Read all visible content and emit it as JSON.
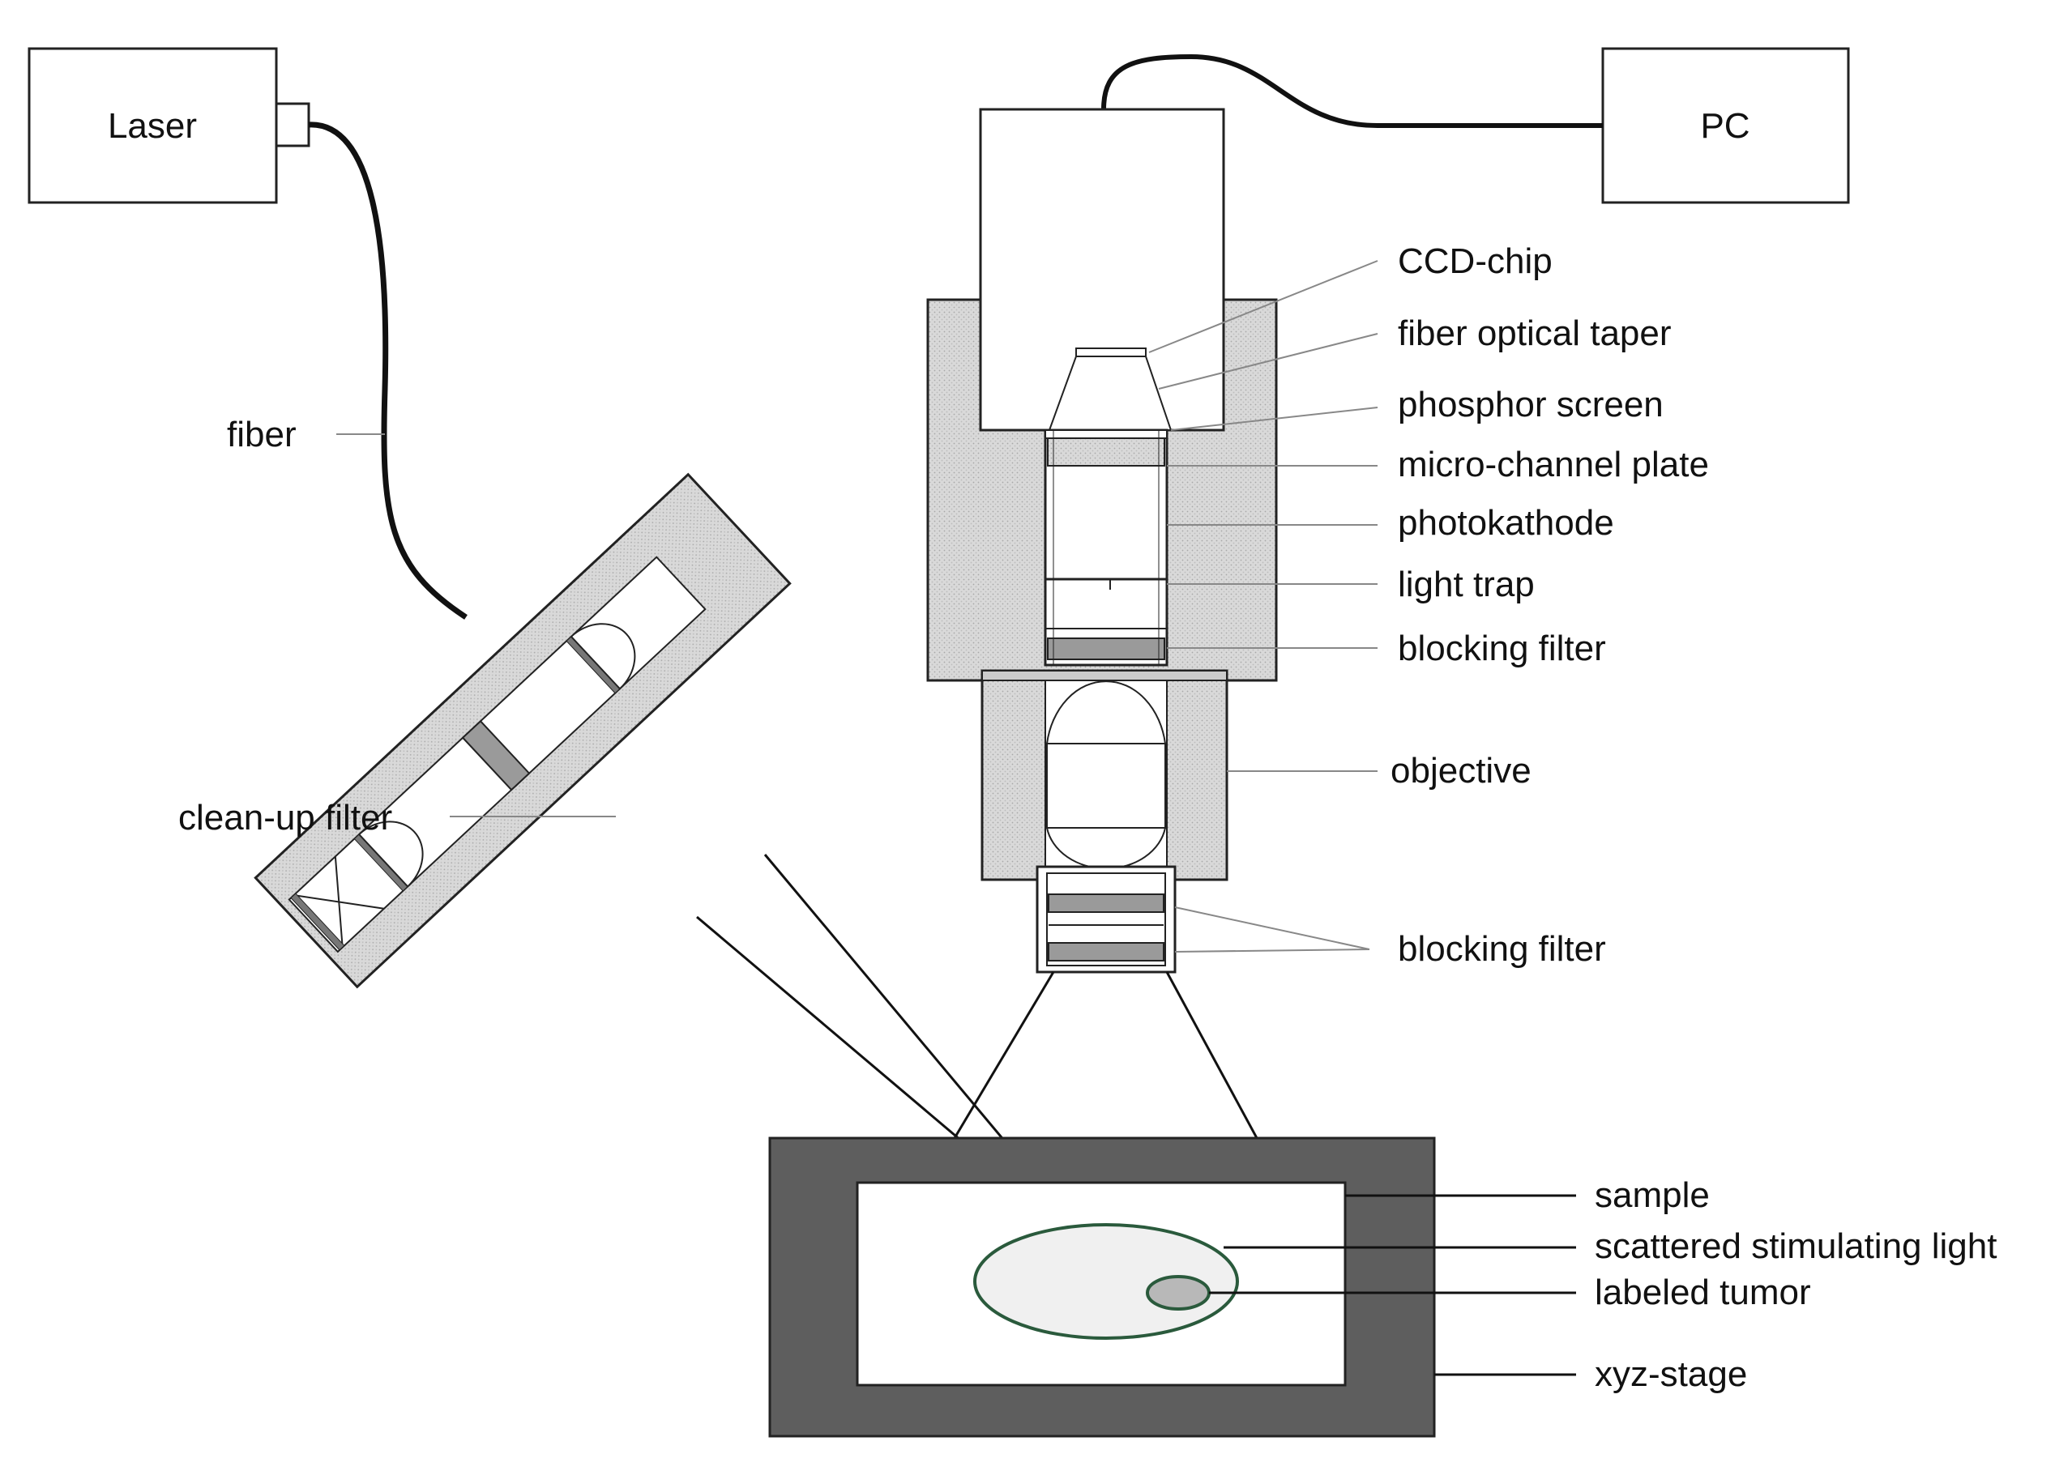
{
  "devices": {
    "laser": "Laser",
    "pc": "PC"
  },
  "labels": {
    "fiber": "fiber",
    "cleanup_filter": "clean-up filter",
    "ccd_chip": "CCD-chip",
    "fiber_optical_taper": "fiber optical taper",
    "phosphor_screen": "phosphor screen",
    "micro_channel_plate": "micro-channel plate",
    "photokathode": "photokathode",
    "light_trap": "light trap",
    "blocking_filter_upper": "blocking filter",
    "objective": "objective",
    "blocking_filter_lower": "blocking filter",
    "sample": "sample",
    "scattered_light": "scattered stimulating light",
    "labeled_tumor": "labeled tumor",
    "xyz_stage": "xyz-stage"
  },
  "colors": {
    "housing_fill": "#d6d6d6",
    "stage_fill": "#5e5e5e",
    "scatter_fill": "#f0f0f0",
    "scatter_stroke": "#2a5a3c",
    "tumor_fill": "#b8b8b8",
    "filter_fill": "#9a9a9a",
    "line": "#111111"
  }
}
